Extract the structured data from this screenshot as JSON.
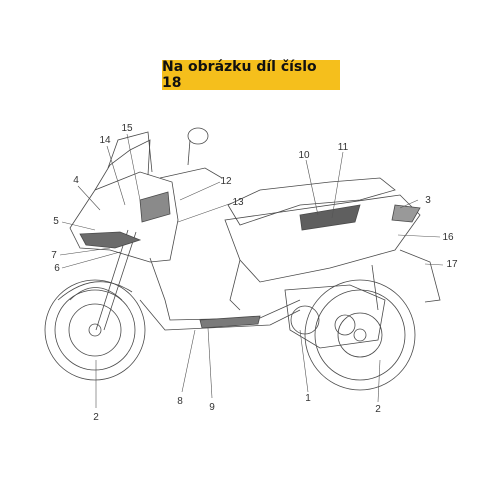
{
  "banner": {
    "text": "Na obrázku díl číslo 18"
  },
  "callouts": [
    "15",
    "14",
    "4",
    "5",
    "7",
    "6",
    "12",
    "13",
    "10",
    "11",
    "3",
    "16",
    "17",
    "8",
    "9",
    "1",
    "2",
    "2"
  ],
  "colors": {
    "banner_bg": "#f5bf1c",
    "line": "#4a4a4a"
  }
}
